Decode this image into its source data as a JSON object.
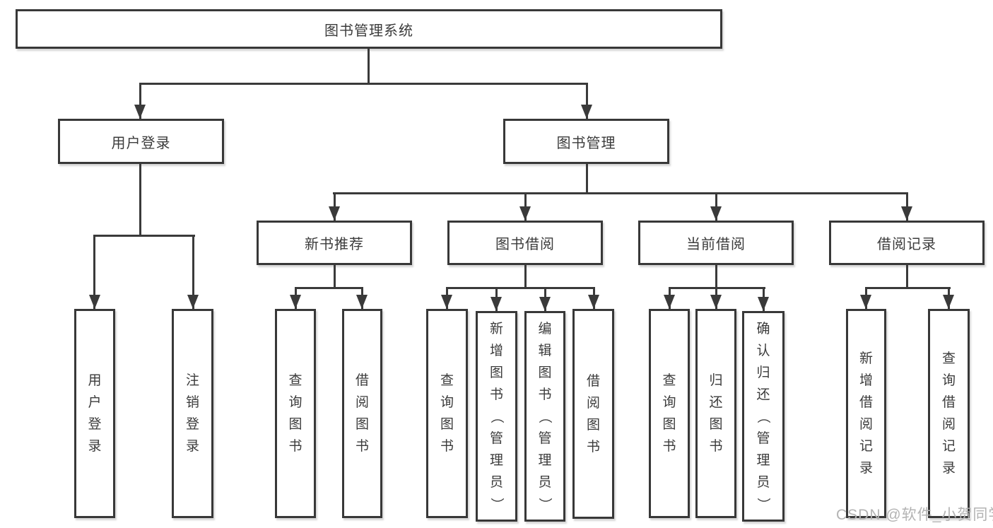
{
  "diagram": {
    "root": "图书管理系统",
    "level2": {
      "user_login": "用户登录",
      "book_management": "图书管理"
    },
    "level3": {
      "new_book_recommend": "新书推荐",
      "book_borrow": "图书借阅",
      "current_borrow": "当前借阅",
      "borrow_records": "借阅记录"
    },
    "leaves": {
      "user_login": [
        "用户登录",
        "注销登录"
      ],
      "new_book_recommend": [
        "查询图书",
        "借阅图书"
      ],
      "book_borrow": [
        "查询图书",
        "新增图书（管理员）",
        "编辑图书（管理员）",
        "借阅图书"
      ],
      "current_borrow": [
        "查询图书",
        "归还图书",
        "确认归还（管理员）"
      ],
      "borrow_records": [
        "新增借阅记录",
        "查询借阅记录"
      ]
    }
  },
  "watermark": "CSDN @软件_小贺同学",
  "colors": {
    "line": "#3a3a3a",
    "box_border": "#383838",
    "text": "#3b3b3b",
    "watermark": "#b3b3b3",
    "background": "#ffffff"
  }
}
